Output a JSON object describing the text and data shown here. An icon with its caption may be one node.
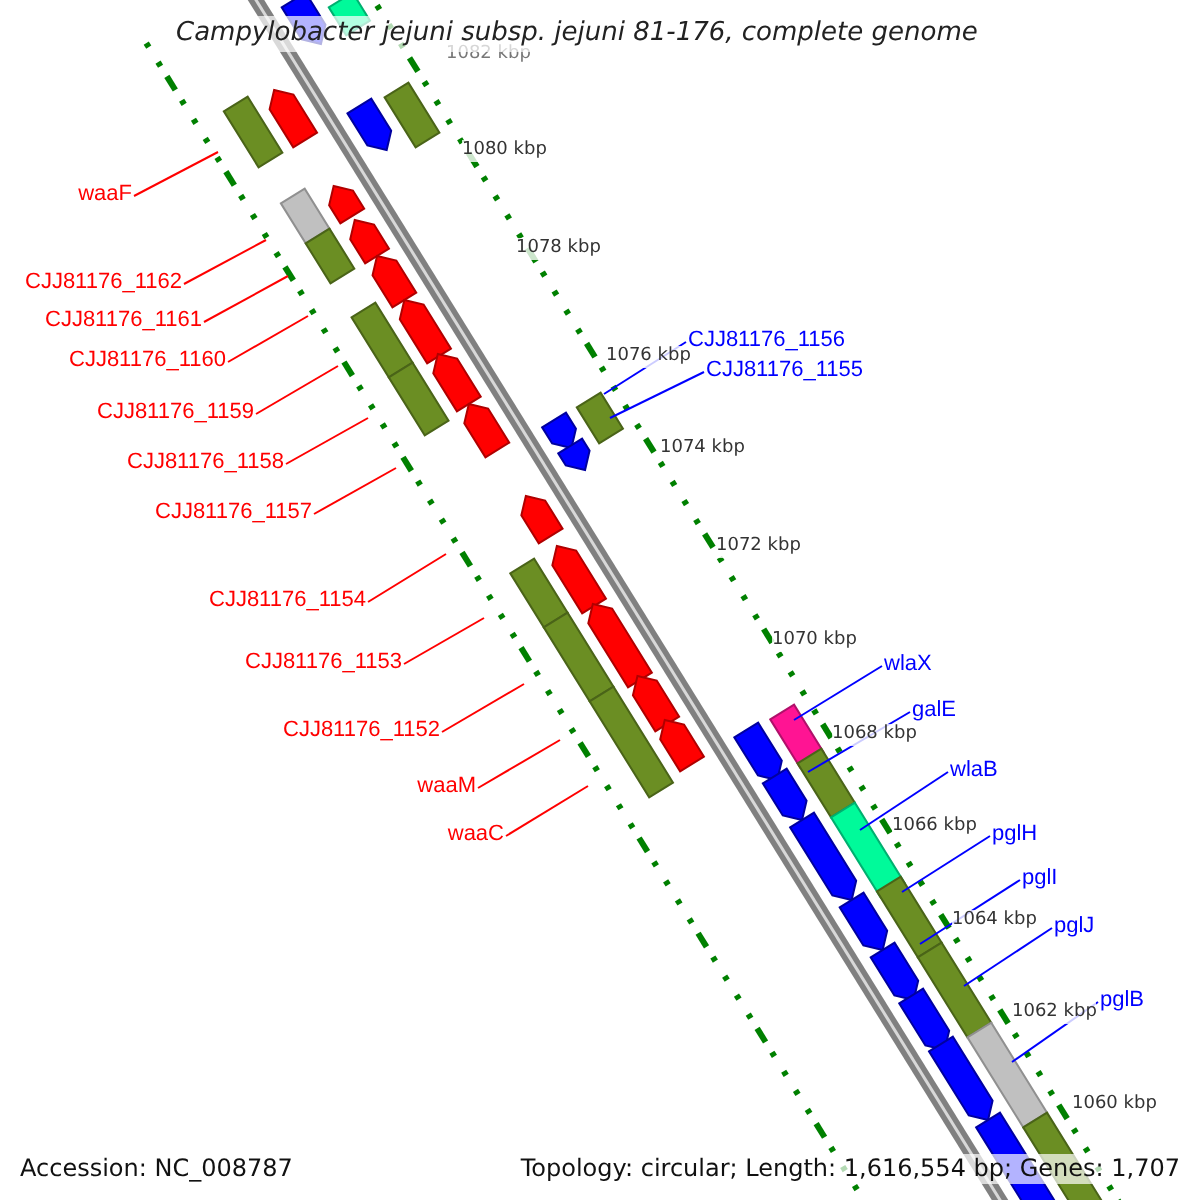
{
  "diagram": {
    "title": "Campylobacter jejuni subsp. jejuni 81-176, complete genome",
    "nodes": [
      {
        "text": [
          "waaF"
        ]
      },
      {
        "text": [
          "CJJ81176_1162"
        ]
      },
      {
        "text": [
          "CJJ81176_1161"
        ]
      },
      {
        "text": [
          "CJJ81176_1156"
        ]
      },
      {
        "text": [
          "CJJ81176_1160"
        ]
      },
      {
        "text": [
          "CJJ81176_1155"
        ]
      },
      {
        "text": [
          "CJJ81176_1159"
        ]
      },
      {
        "text": [
          "CJJ81176_1158"
        ]
      },
      {
        "text": [
          "CJJ81176_1157"
        ]
      },
      {
        "text": [
          "CJJ81176_1154"
        ]
      },
      {
        "text": [
          "wlaX"
        ]
      },
      {
        "text": [
          "CJJ81176_1153"
        ]
      },
      {
        "text": [
          "galE"
        ]
      },
      {
        "text": [
          "CJJ81176_1152"
        ]
      },
      {
        "text": [
          "wlaB"
        ]
      },
      {
        "text": [
          "waaM"
        ]
      },
      {
        "text": [
          "pglH"
        ]
      },
      {
        "text": [
          "waaC"
        ]
      },
      {
        "text": [
          "pglI"
        ]
      },
      {
        "text": [
          "pglJ"
        ]
      },
      {
        "text": [
          "pglB"
        ]
      }
    ],
    "edges": [
      {
        "from": 0,
        "to": null,
        "arrow": "none"
      },
      {
        "from": 1,
        "to": null,
        "arrow": "none"
      },
      {
        "from": 2,
        "to": null,
        "arrow": "none"
      },
      {
        "from": 3,
        "to": null,
        "arrow": "none",
        "color": "#0000ff"
      },
      {
        "from": 4,
        "to": null,
        "arrow": "none"
      },
      {
        "from": 5,
        "to": null,
        "arrow": "none",
        "color": "#0000ff"
      },
      {
        "from": 6,
        "to": null,
        "arrow": "none"
      },
      {
        "from": 7,
        "to": null,
        "arrow": "none"
      },
      {
        "from": 8,
        "to": null,
        "arrow": "none"
      },
      {
        "from": 9,
        "to": null,
        "arrow": "none"
      },
      {
        "from": 10,
        "to": null,
        "arrow": "none",
        "color": "#0000ff"
      },
      {
        "from": 11,
        "to": null,
        "arrow": "none"
      },
      {
        "from": 12,
        "to": null,
        "arrow": "none",
        "color": "#0000ff"
      },
      {
        "from": 13,
        "to": null,
        "arrow": "none"
      },
      {
        "from": 14,
        "to": null,
        "arrow": "none",
        "color": "#0000ff"
      },
      {
        "from": 15,
        "to": null,
        "arrow": "none"
      },
      {
        "from": 16,
        "to": null,
        "arrow": "none",
        "color": "#0000ff"
      },
      {
        "from": 17,
        "to": null,
        "arrow": "none"
      },
      {
        "from": 18,
        "to": null,
        "arrow": "none",
        "color": "#0000ff"
      },
      {
        "from": 19,
        "to": null,
        "arrow": "none",
        "color": "#0000ff"
      },
      {
        "from": 20,
        "to": null,
        "arrow": "none",
        "color": "#0000ff"
      }
    ],
    "labels": [
      "1082 kbp",
      "1080 kbp",
      "1078 kbp",
      "1076 kbp",
      "1074 kbp",
      "1072 kbp",
      "1070 kbp",
      "1068 kbp",
      "1066 kbp",
      "1064 kbp",
      "1062 kbp",
      "1060 kbp",
      "Accession: NC_008787",
      "Topology: circular; Length: 1,616,554 bp; Genes: 1,707"
    ]
  }
}
